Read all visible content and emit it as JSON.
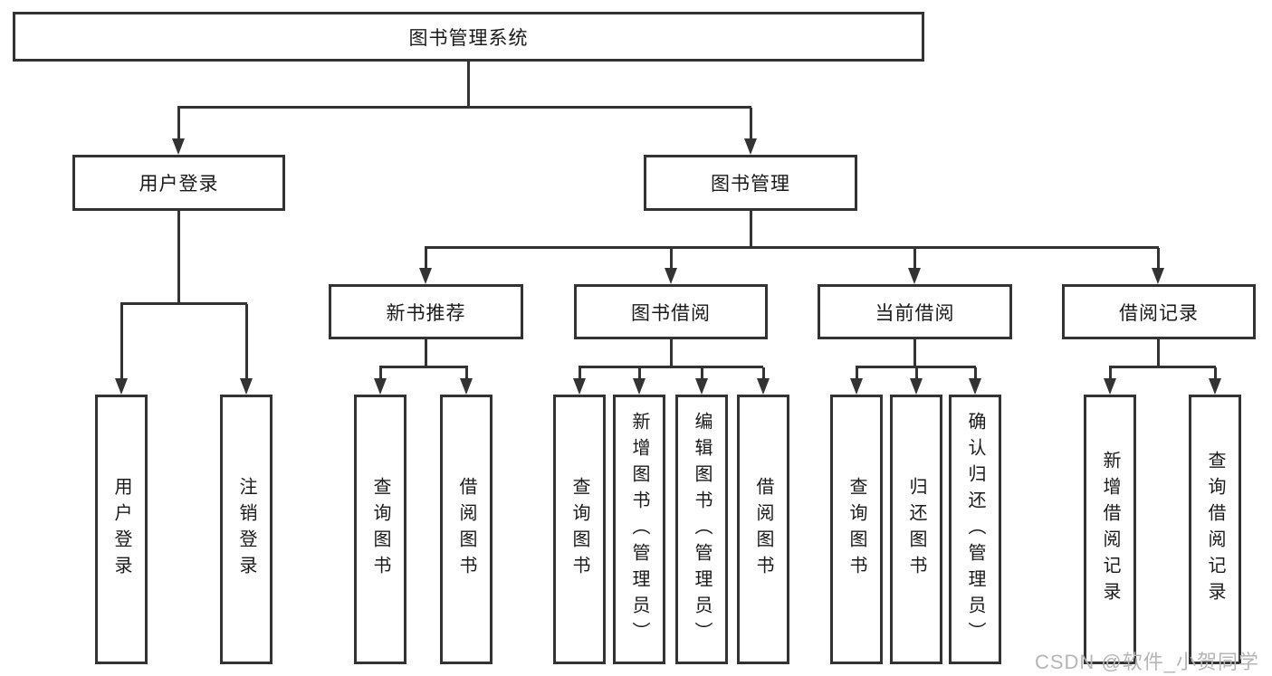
{
  "colors": {
    "line": "#333333",
    "box_border": "#333333",
    "text": "#1a1a1a",
    "background": "#ffffff",
    "watermark": "#b5b5b5"
  },
  "watermark": {
    "text": "CSDN @软件_小贺同学"
  },
  "tree": {
    "root": {
      "label": "图书管理系统",
      "children": [
        {
          "label": "用户登录",
          "children": [
            {
              "label": "用户登录"
            },
            {
              "label": "注销登录"
            }
          ]
        },
        {
          "label": "图书管理",
          "children": [
            {
              "label": "新书推荐",
              "children": [
                {
                  "label": "查询图书"
                },
                {
                  "label": "借阅图书"
                }
              ]
            },
            {
              "label": "图书借阅",
              "children": [
                {
                  "label": "查询图书"
                },
                {
                  "label": "新增图书（管理员）"
                },
                {
                  "label": "编辑图书（管理员）"
                },
                {
                  "label": "借阅图书"
                }
              ]
            },
            {
              "label": "当前借阅",
              "children": [
                {
                  "label": "查询图书"
                },
                {
                  "label": "归还图书"
                },
                {
                  "label": "确认归还（管理员）"
                }
              ]
            },
            {
              "label": "借阅记录",
              "children": [
                {
                  "label": "新增借阅记录"
                },
                {
                  "label": "查询借阅记录"
                }
              ]
            }
          ]
        }
      ]
    }
  }
}
